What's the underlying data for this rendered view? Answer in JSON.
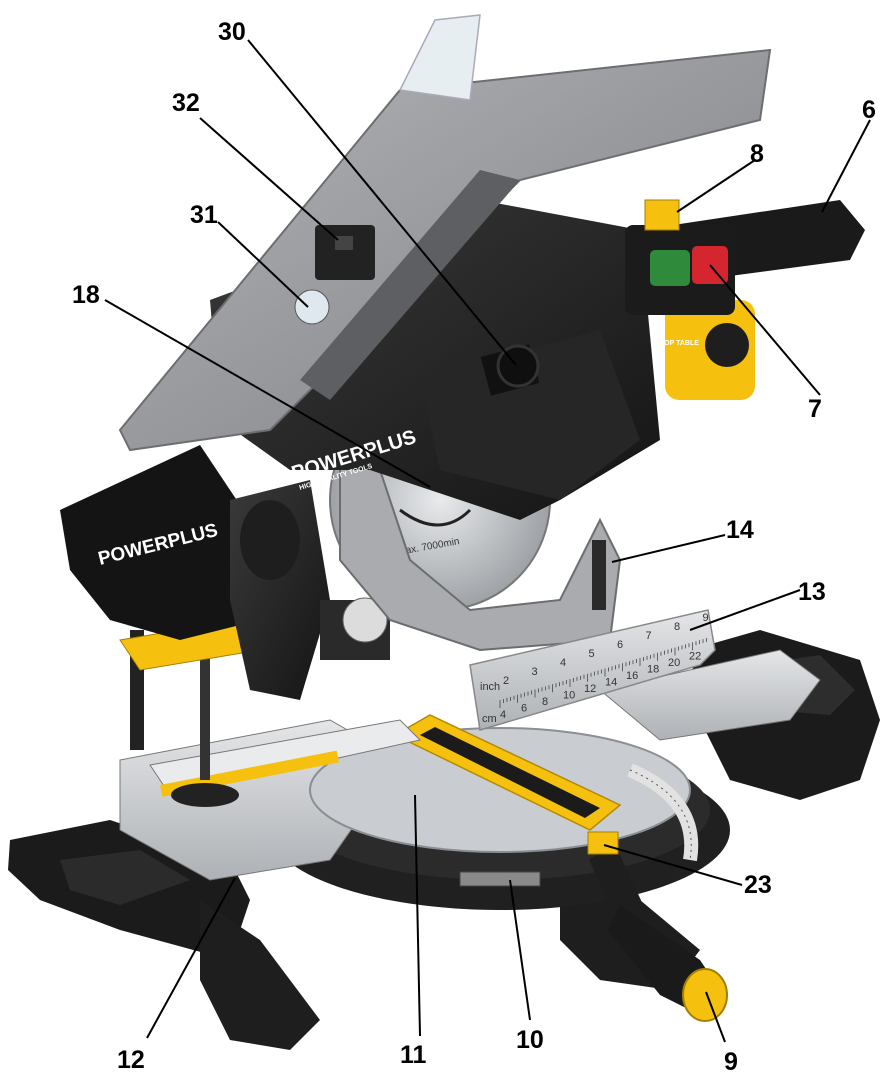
{
  "callouts": [
    {
      "id": "30",
      "label": "30"
    },
    {
      "id": "32",
      "label": "32"
    },
    {
      "id": "31",
      "label": "31"
    },
    {
      "id": "18",
      "label": "18"
    },
    {
      "id": "8",
      "label": "8"
    },
    {
      "id": "6",
      "label": "6"
    },
    {
      "id": "7",
      "label": "7"
    },
    {
      "id": "14",
      "label": "14"
    },
    {
      "id": "13",
      "label": "13"
    },
    {
      "id": "23",
      "label": "23"
    },
    {
      "id": "12",
      "label": "12"
    },
    {
      "id": "11",
      "label": "11"
    },
    {
      "id": "10",
      "label": "10"
    },
    {
      "id": "9",
      "label": "9"
    }
  ],
  "product": {
    "brand_head": "POWERPLUS",
    "brand_bag": "POWERPLUS",
    "tagline": "HIGH QUALITY TOOLS",
    "blade_speed": "max. 7000min",
    "scale_inch_label": "inch",
    "scale_cm_label": "cm",
    "inch_marks": [
      "2",
      "3",
      "4",
      "5",
      "6",
      "7",
      "8",
      "9"
    ],
    "cm_marks": [
      "4",
      "6",
      "8",
      "10",
      "12",
      "14",
      "16",
      "18",
      "20",
      "22"
    ],
    "switch_label": "TOP TABLE"
  },
  "colors": {
    "body": "#1d1d1d",
    "table": "#8f9196",
    "yellow": "#f5c10e",
    "aluminium": "#c9ccd0",
    "guard": "#a6a8ab",
    "green_switch": "#2f8a3c",
    "red_switch": "#d5262f"
  }
}
